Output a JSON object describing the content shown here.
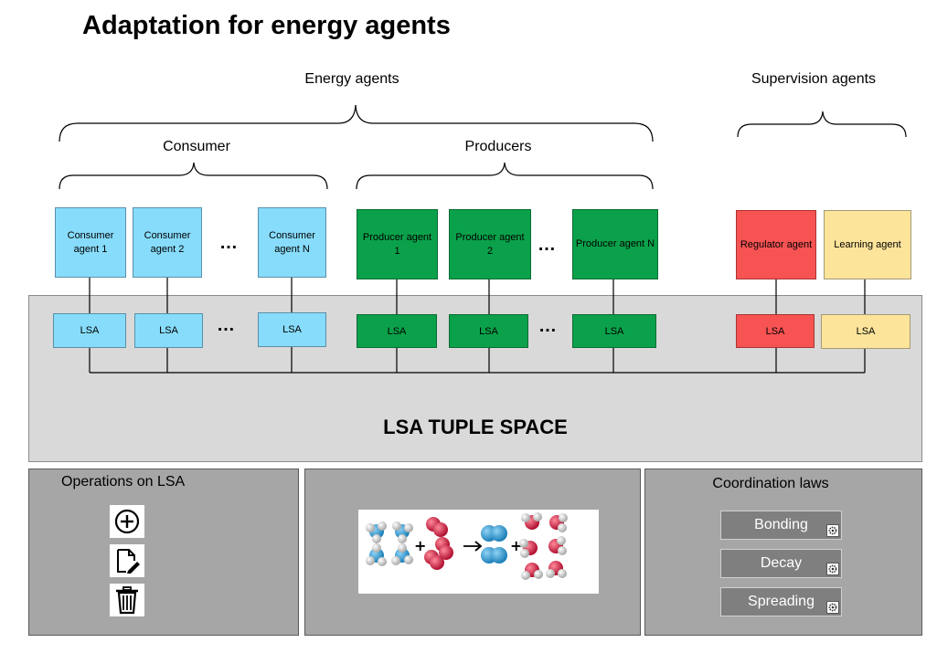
{
  "title": "Adaptation for energy agents",
  "groups": {
    "energy_agents": "Energy agents",
    "supervision_agents": "Supervision agents",
    "consumer": "Consumer",
    "producers": "Producers"
  },
  "consumers": [
    {
      "label": "Consumer agent 1",
      "lsa": "LSA"
    },
    {
      "label": "Consumer agent 2",
      "lsa": "LSA"
    },
    {
      "label": "Consumer agent N",
      "lsa": "LSA"
    }
  ],
  "producers": [
    {
      "label": "Producer agent 1",
      "lsa": "LSA"
    },
    {
      "label": "Producer agent 2",
      "lsa": "LSA"
    },
    {
      "label": "Producer agent N",
      "lsa": "LSA"
    }
  ],
  "supervision": [
    {
      "label": "Regulator agent",
      "lsa": "LSA"
    },
    {
      "label": "Learning agent",
      "lsa": "LSA"
    }
  ],
  "ellipsis": "…",
  "tuple_space": "LSA TUPLE SPACE",
  "operations": {
    "title": "Operations on LSA",
    "icons": [
      "add-icon",
      "edit-document-icon",
      "trash-icon"
    ]
  },
  "coordination": {
    "title": "Coordination laws",
    "laws": [
      "Bonding",
      "Decay",
      "Spreading"
    ]
  },
  "colors": {
    "consumer": "#87dcfb",
    "producer": "#0aa14a",
    "regulator": "#f75353",
    "learning": "#fde49b",
    "tuple_space": "#d9d9d9",
    "panel": "#a6a6a6"
  }
}
